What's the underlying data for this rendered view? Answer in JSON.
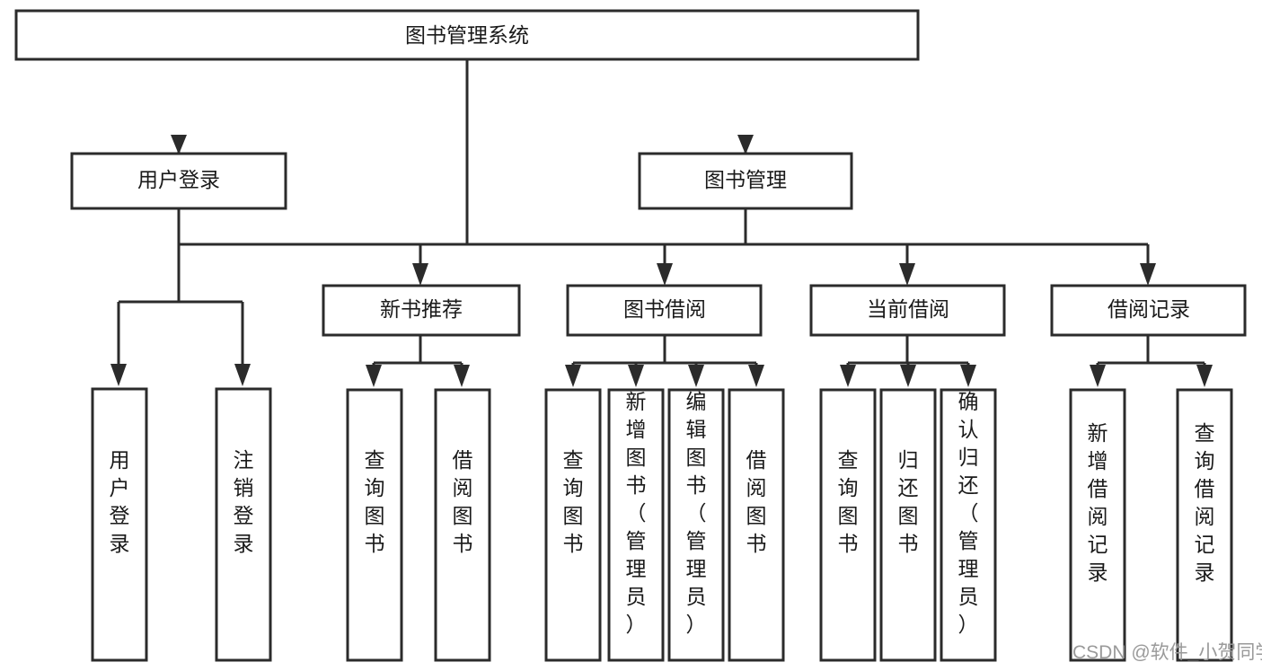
{
  "diagram": {
    "type": "tree-hierarchy-chart",
    "title": "图书管理系统",
    "orientation": "top-down",
    "colors": {
      "stroke": "#2b2b2b",
      "fill": "#ffffff",
      "text": "#1a1a1a",
      "watermark": "#9a9a9a",
      "background": "#ffffff"
    },
    "levels": {
      "level1": {
        "nodes": [
          {
            "id": "root",
            "label": "图书管理系统",
            "orientation": "horizontal"
          }
        ]
      },
      "level2": {
        "nodes": [
          {
            "id": "user-login",
            "label": "用户登录",
            "orientation": "horizontal"
          },
          {
            "id": "book-manage",
            "label": "图书管理",
            "orientation": "horizontal"
          }
        ]
      },
      "level3": {
        "nodes": [
          {
            "id": "new-book-rec",
            "label": "新书推荐",
            "orientation": "horizontal"
          },
          {
            "id": "book-borrow",
            "label": "图书借阅",
            "orientation": "horizontal"
          },
          {
            "id": "current-borrow",
            "label": "当前借阅",
            "orientation": "horizontal"
          },
          {
            "id": "borrow-record",
            "label": "借阅记录",
            "orientation": "horizontal"
          }
        ]
      },
      "level4": {
        "nodes": [
          {
            "id": "leaf-user-login",
            "label": "用户登录",
            "parent": "user-login",
            "orientation": "vertical"
          },
          {
            "id": "leaf-logout",
            "label": "注销登录",
            "parent": "user-login",
            "orientation": "vertical"
          },
          {
            "id": "leaf-query-book-1",
            "label": "查询图书",
            "parent": "new-book-rec",
            "orientation": "vertical"
          },
          {
            "id": "leaf-borrow-book-1",
            "label": "借阅图书",
            "parent": "new-book-rec",
            "orientation": "vertical"
          },
          {
            "id": "leaf-query-book-2",
            "label": "查询图书",
            "parent": "book-borrow",
            "orientation": "vertical"
          },
          {
            "id": "leaf-add-book",
            "label": "新增图书（管理员）",
            "parent": "book-borrow",
            "orientation": "vertical"
          },
          {
            "id": "leaf-edit-book",
            "label": "编辑图书（管理员）",
            "parent": "book-borrow",
            "orientation": "vertical"
          },
          {
            "id": "leaf-borrow-book-2",
            "label": "借阅图书",
            "parent": "book-borrow",
            "orientation": "vertical"
          },
          {
            "id": "leaf-query-book-3",
            "label": "查询图书",
            "parent": "current-borrow",
            "orientation": "vertical"
          },
          {
            "id": "leaf-return-book",
            "label": "归还图书",
            "parent": "current-borrow",
            "orientation": "vertical"
          },
          {
            "id": "leaf-confirm-return",
            "label": "确认归还（管理员）",
            "parent": "current-borrow",
            "orientation": "vertical"
          },
          {
            "id": "leaf-add-record",
            "label": "新增借阅记录",
            "parent": "borrow-record",
            "orientation": "vertical"
          },
          {
            "id": "leaf-query-record",
            "label": "查询借阅记录",
            "parent": "borrow-record",
            "orientation": "vertical"
          }
        ]
      }
    }
  },
  "watermark": {
    "text": "CSDN @软件_小贺同学"
  }
}
